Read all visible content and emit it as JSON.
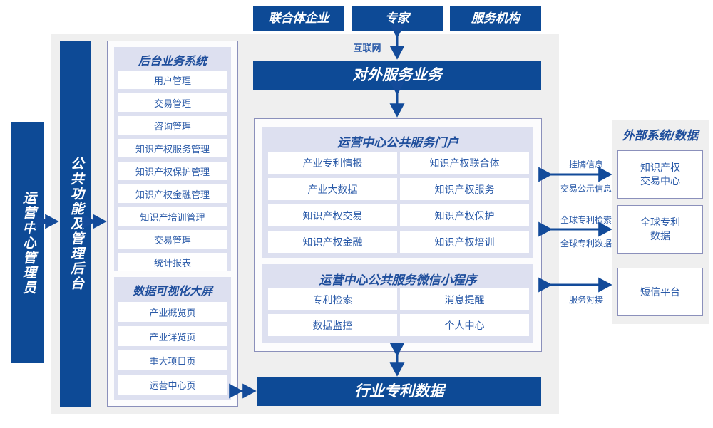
{
  "top_actors": [
    {
      "label": "联合体企业"
    },
    {
      "label": "专家"
    },
    {
      "label": "服务机构"
    }
  ],
  "connectors": {
    "internet_label": "互联网"
  },
  "external_service": {
    "label": "对外服务业务"
  },
  "left_roles": {
    "operator": "运营中心管理员",
    "common_backend": "公共功能及管理后台"
  },
  "backend_system": {
    "title": "后台业务系统",
    "items": [
      "用户管理",
      "交易管理",
      "咨询管理",
      "知识产权服务管理",
      "知识产权保护管理",
      "知识产权金融管理",
      "知识产培训管理",
      "交易管理",
      "统计报表"
    ]
  },
  "data_visualization": {
    "title": "数据可视化大屏",
    "items": [
      "产业概览页",
      "产业详览页",
      "重大项目页",
      "运营中心页"
    ]
  },
  "public_portal": {
    "title": "运营中心公共服务门户",
    "items": [
      "产业专利情报",
      "知识产权联合体",
      "产业大数据",
      "知识产权服务",
      "知识产权交易",
      "知识产权保护",
      "知识产权金融",
      "知识产权培训"
    ]
  },
  "wechat_miniprogram": {
    "title": "运营中心公共服务微信小程序",
    "items": [
      "专利检索",
      "消息提醒",
      "数据监控",
      "个人中心"
    ]
  },
  "industry_patent_data": {
    "label": "行业专利数据"
  },
  "external_systems": {
    "title": "外部系统/数据",
    "items": [
      {
        "label": "知识产权\n交易中心"
      },
      {
        "label": "全球专利\n数据"
      },
      {
        "label": "短信平台"
      }
    ],
    "flow_labels": [
      {
        "above": "挂牌信息",
        "below": "交易公示信息"
      },
      {
        "above": "全球专利检索",
        "below": "全球专利数据"
      },
      {
        "above": "",
        "below": "服务对接"
      }
    ]
  },
  "colors": {
    "brand_blue": "#0d4a96",
    "panel_bg": "#dde0f0",
    "region_bg": "#efefef",
    "text_blue": "#2a5aa8",
    "border_violet": "#8b90bb"
  }
}
